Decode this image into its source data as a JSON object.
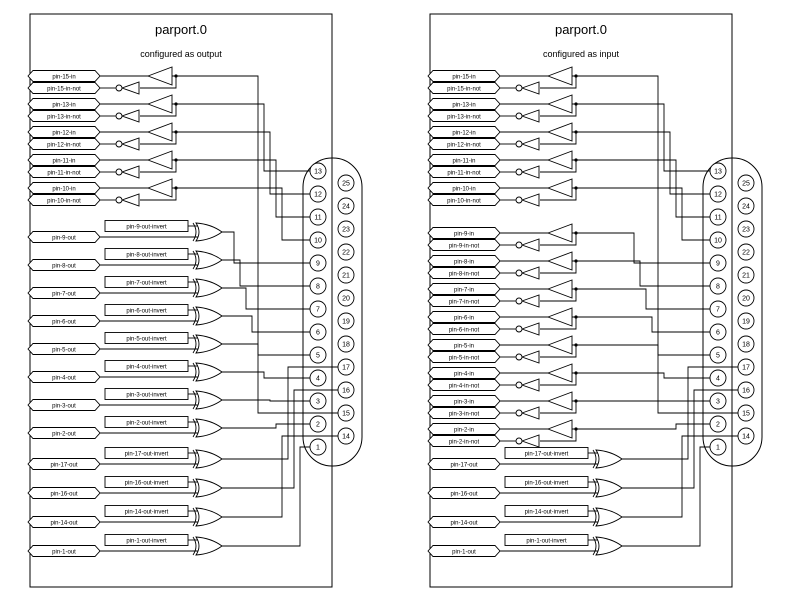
{
  "window": {
    "background": "#ffffff",
    "ink": "#000000"
  },
  "connector": {
    "left_pins": [
      "13",
      "12",
      "11",
      "10",
      "9",
      "8",
      "7",
      "6",
      "5",
      "4",
      "3",
      "2",
      "1"
    ],
    "right_pins": [
      "25",
      "24",
      "23",
      "22",
      "21",
      "20",
      "19",
      "18",
      "17",
      "16",
      "15",
      "14"
    ]
  },
  "panels": [
    {
      "id": "output",
      "title": "parport.0",
      "subtitle": "configured as output",
      "top_pairs": [
        {
          "pin": 15,
          "label": "pin-15-in",
          "not_label": "pin-15-in-not"
        },
        {
          "pin": 13,
          "label": "pin-13-in",
          "not_label": "pin-13-in-not"
        },
        {
          "pin": 12,
          "label": "pin-12-in",
          "not_label": "pin-12-in-not"
        },
        {
          "pin": 11,
          "label": "pin-11-in",
          "not_label": "pin-11-in-not"
        },
        {
          "pin": 10,
          "label": "pin-10-in",
          "not_label": "pin-10-in-not"
        }
      ],
      "mid_kind": "out",
      "mid_rows": [
        {
          "pin": 9,
          "label": "pin-9-out",
          "invert_label": "pin-9-out-invert"
        },
        {
          "pin": 8,
          "label": "pin-8-out",
          "invert_label": "pin-8-out-invert"
        },
        {
          "pin": 7,
          "label": "pin-7-out",
          "invert_label": "pin-7-out-invert"
        },
        {
          "pin": 6,
          "label": "pin-6-out",
          "invert_label": "pin-6-out-invert"
        },
        {
          "pin": 5,
          "label": "pin-5-out",
          "invert_label": "pin-5-out-invert"
        },
        {
          "pin": 4,
          "label": "pin-4-out",
          "invert_label": "pin-4-out-invert"
        },
        {
          "pin": 3,
          "label": "pin-3-out",
          "invert_label": "pin-3-out-invert"
        },
        {
          "pin": 2,
          "label": "pin-2-out",
          "invert_label": "pin-2-out-invert"
        }
      ],
      "bottom_rows": [
        {
          "pin": 17,
          "label": "pin-17-out",
          "invert_label": "pin-17-out-invert"
        },
        {
          "pin": 16,
          "label": "pin-16-out",
          "invert_label": "pin-16-out-invert"
        },
        {
          "pin": 14,
          "label": "pin-14-out",
          "invert_label": "pin-14-out-invert"
        },
        {
          "pin": 1,
          "label": "pin-1-out",
          "invert_label": "pin-1-out-invert"
        }
      ]
    },
    {
      "id": "input",
      "title": "parport.0",
      "subtitle": "configured as input",
      "top_pairs": [
        {
          "pin": 15,
          "label": "pin-15-in",
          "not_label": "pin-15-in-not"
        },
        {
          "pin": 13,
          "label": "pin-13-in",
          "not_label": "pin-13-in-not"
        },
        {
          "pin": 12,
          "label": "pin-12-in",
          "not_label": "pin-12-in-not"
        },
        {
          "pin": 11,
          "label": "pin-11-in",
          "not_label": "pin-11-in-not"
        },
        {
          "pin": 10,
          "label": "pin-10-in",
          "not_label": "pin-10-in-not"
        }
      ],
      "mid_kind": "in",
      "mid_rows": [
        {
          "pin": 9,
          "label": "pin-9-in",
          "not_label": "pin-9-in-not"
        },
        {
          "pin": 8,
          "label": "pin-8-in",
          "not_label": "pin-8-in-not"
        },
        {
          "pin": 7,
          "label": "pin-7-in",
          "not_label": "pin-7-in-not"
        },
        {
          "pin": 6,
          "label": "pin-6-in",
          "not_label": "pin-6-in-not"
        },
        {
          "pin": 5,
          "label": "pin-5-in",
          "not_label": "pin-5-in-not"
        },
        {
          "pin": 4,
          "label": "pin-4-in",
          "not_label": "pin-4-in-not"
        },
        {
          "pin": 3,
          "label": "pin-3-in",
          "not_label": "pin-3-in-not"
        },
        {
          "pin": 2,
          "label": "pin-2-in",
          "not_label": "pin-2-in-not"
        }
      ],
      "bottom_rows": [
        {
          "pin": 17,
          "label": "pin-17-out",
          "invert_label": "pin-17-out-invert"
        },
        {
          "pin": 16,
          "label": "pin-16-out",
          "invert_label": "pin-16-out-invert"
        },
        {
          "pin": 14,
          "label": "pin-14-out",
          "invert_label": "pin-14-out-invert"
        },
        {
          "pin": 1,
          "label": "pin-1-out",
          "invert_label": "pin-1-out-invert"
        }
      ]
    }
  ]
}
